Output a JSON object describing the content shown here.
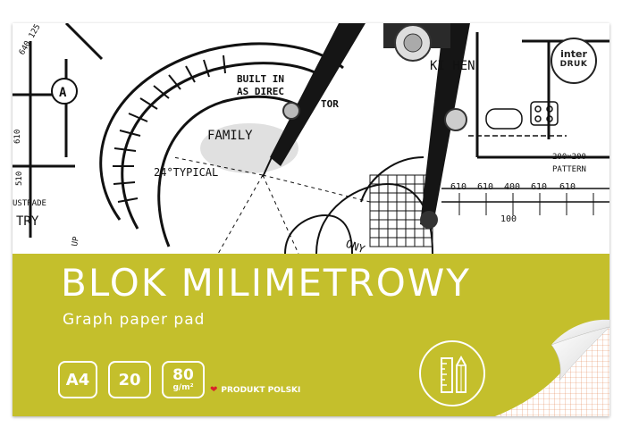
{
  "brand": {
    "line1": "inter",
    "line2": "DRUK"
  },
  "cover": {
    "title": "BLOK MILIMETROWY",
    "subtitle": "Graph paper pad",
    "format": "A4",
    "sheets": "20",
    "weight": "80",
    "weight_unit": "g/m²",
    "origin": "PRODUKT POLSKI"
  },
  "colors": {
    "band": "#c4bf2c",
    "grid": "#e58a5a",
    "heart": "#d8232a"
  },
  "icons": {
    "heart": "heart-icon",
    "tools": "ruler-pencil-icon"
  },
  "blueprint_text": {
    "built_in_1": "BUILT IN",
    "built_in_2": "AS DIREC",
    "built_in_3": "TOR",
    "family": "FAMILY",
    "typical": "24°TYPICAL",
    "kitchen": "KI  HEN",
    "dims": "200×200",
    "pattern": "PATTERN",
    "m610a": "610",
    "m610b": "610",
    "m400a": "400",
    "m610c": "610",
    "m610d": "610",
    "m100": "100",
    "left_dims": "640 125",
    "left_610": "610",
    "left_510": "510",
    "ustrade": "USTRADE",
    "try": "TRY",
    "ony": "ONY",
    "up": "UP",
    "circle_a": "A"
  }
}
